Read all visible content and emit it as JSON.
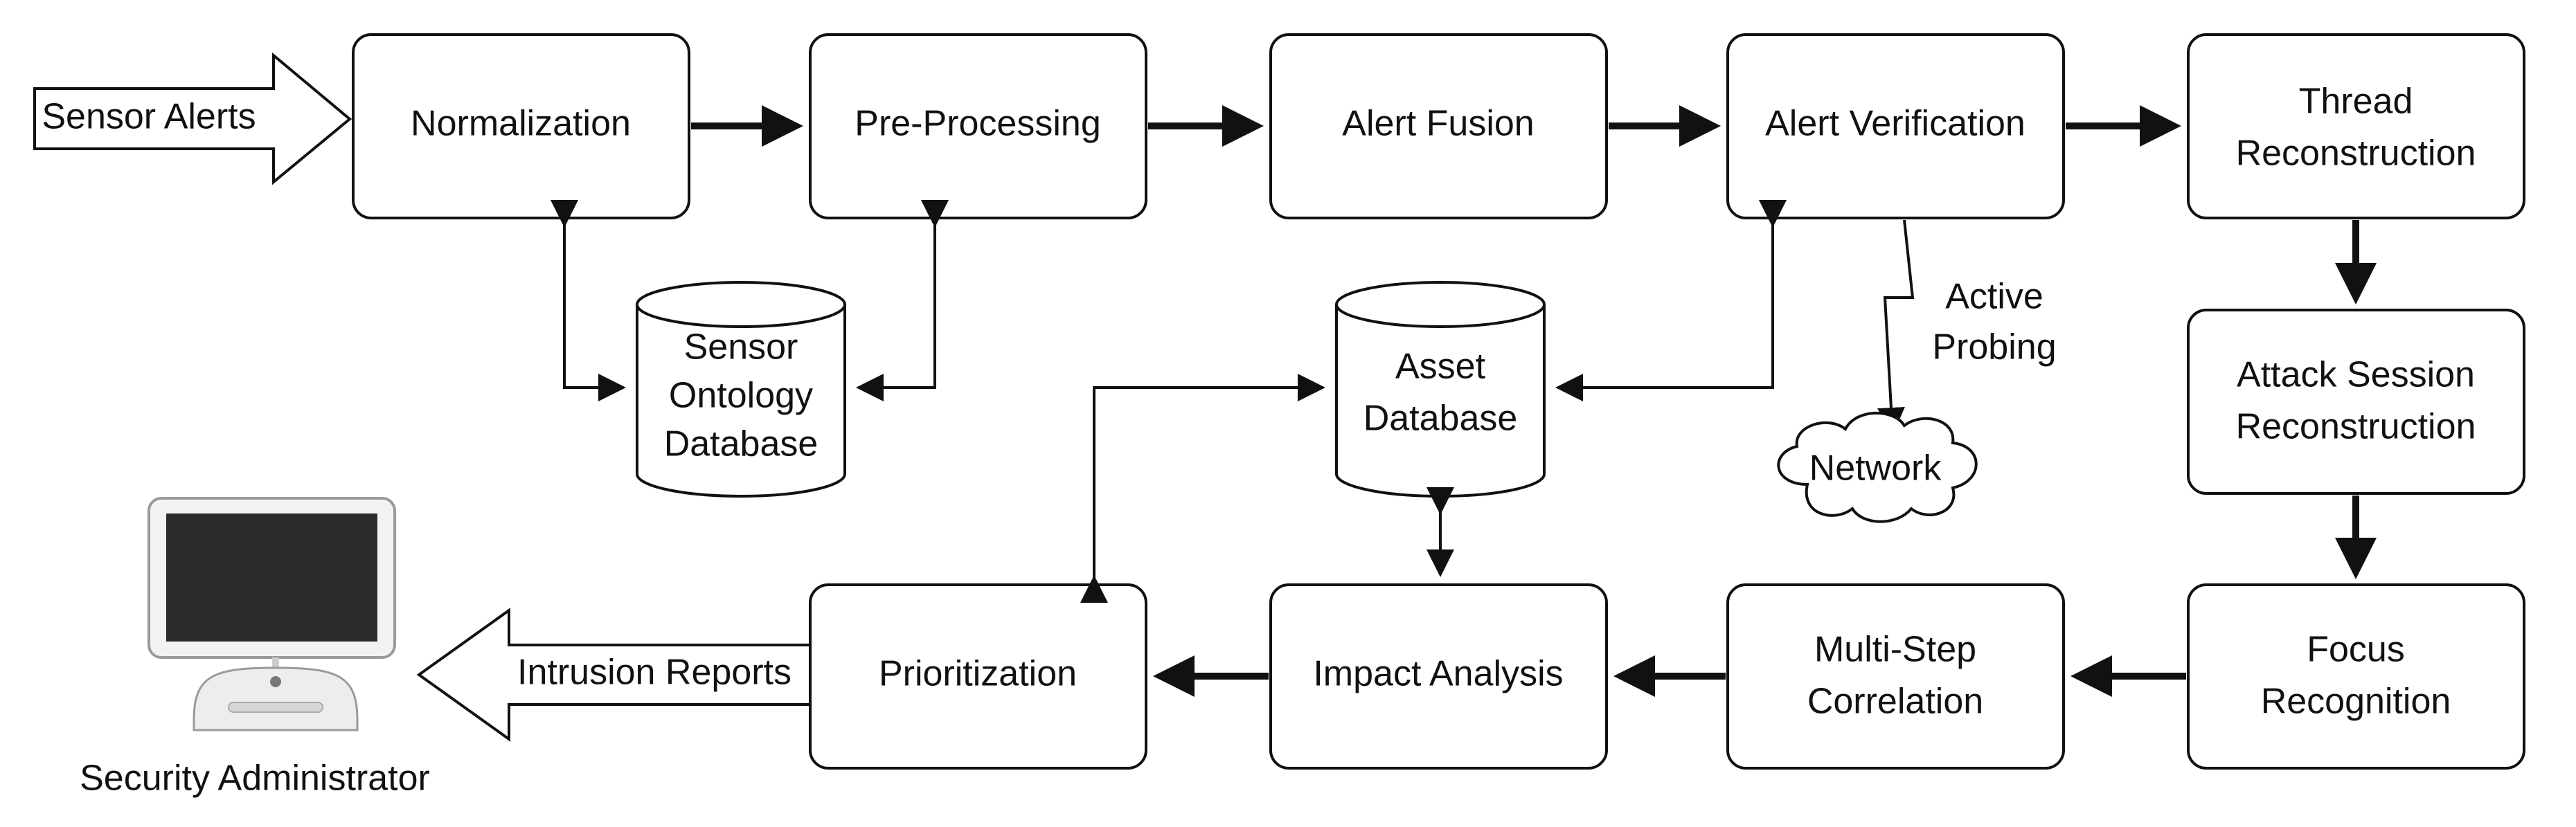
{
  "input": {
    "label": "Sensor Alerts"
  },
  "output": {
    "label": "Intrusion Reports"
  },
  "admin": {
    "label": "Security Administrator"
  },
  "boxes": {
    "normalization": {
      "line1": "Normalization"
    },
    "preprocessing": {
      "line1": "Pre-Processing"
    },
    "alert_fusion": {
      "line1": "Alert Fusion"
    },
    "alert_verification": {
      "line1": "Alert Verification"
    },
    "thread_reconstruction": {
      "line1": "Thread",
      "line2": "Reconstruction"
    },
    "attack_session": {
      "line1": "Attack Session",
      "line2": "Reconstruction"
    },
    "focus_recognition": {
      "line1": "Focus",
      "line2": "Recognition"
    },
    "multistep": {
      "line1": "Multi-Step",
      "line2": "Correlation"
    },
    "impact_analysis": {
      "line1": "Impact Analysis"
    },
    "prioritization": {
      "line1": "Prioritization"
    }
  },
  "databases": {
    "sensor_ontology": {
      "line1": "Sensor",
      "line2": "Ontology",
      "line3": "Database"
    },
    "asset": {
      "line1": "Asset",
      "line2": "Database"
    }
  },
  "probing": {
    "line1": "Active",
    "line2": "Probing"
  },
  "network": {
    "label": "Network"
  }
}
